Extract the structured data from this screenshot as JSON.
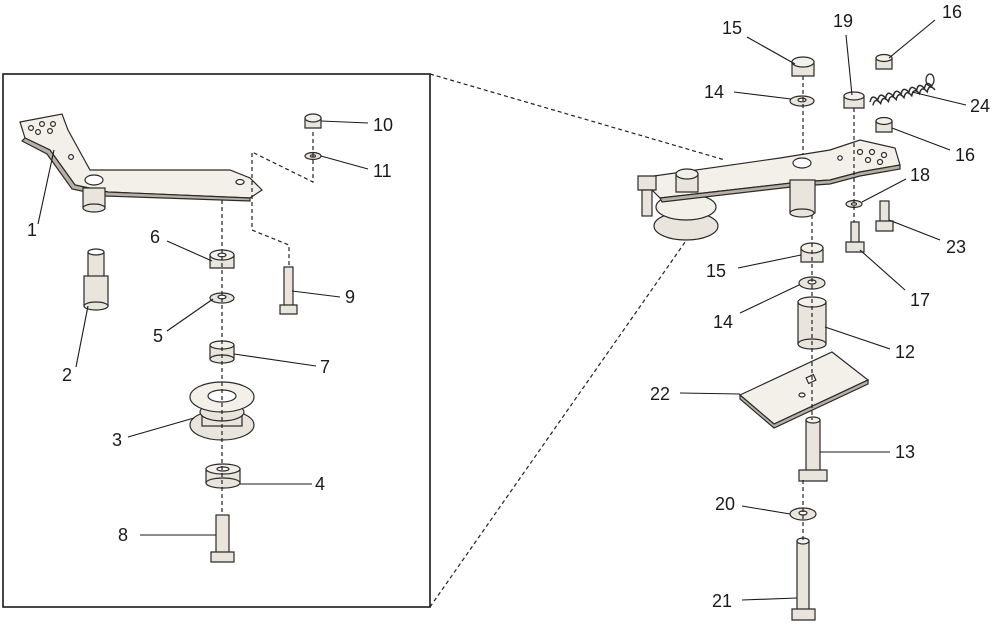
{
  "diagram": {
    "callouts": {
      "c1": "1",
      "c2": "2",
      "c3": "3",
      "c4": "4",
      "c5": "5",
      "c6": "6",
      "c7": "7",
      "c8": "8",
      "c9": "9",
      "c10": "10",
      "c11": "11",
      "c12": "12",
      "c13": "13",
      "c14a": "14",
      "c14b": "14",
      "c15a": "15",
      "c15b": "15",
      "c16a": "16",
      "c16b": "16",
      "c17": "17",
      "c18": "18",
      "c19": "19",
      "c20": "20",
      "c21": "21",
      "c22": "22",
      "c23": "23",
      "c24": "24"
    }
  }
}
